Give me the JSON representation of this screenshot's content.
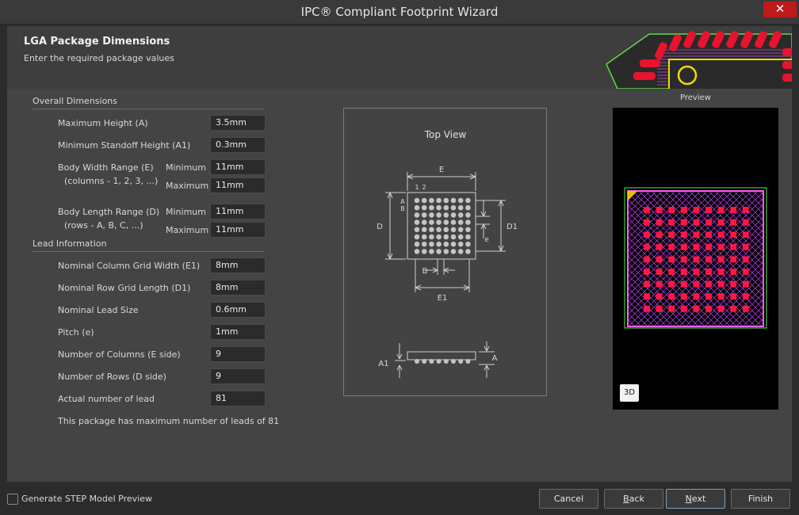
{
  "window": {
    "title": "IPC® Compliant Footprint Wizard",
    "close_glyph": "✕"
  },
  "header": {
    "title": "LGA Package Dimensions",
    "subtitle": "Enter the required package values"
  },
  "overall": {
    "section": "Overall Dimensions",
    "max_height": {
      "label": "Maximum Height (A)",
      "value": "3.5mm"
    },
    "min_standoff": {
      "label": "Minimum Standoff Height (A1)",
      "value": "0.3mm"
    },
    "body_width": {
      "label": "Body Width Range (E)",
      "sublabel": "(columns - 1, 2, 3, ...)",
      "min_label": "Minimum",
      "max_label": "Maximum",
      "min": "11mm",
      "max": "11mm"
    },
    "body_length": {
      "label": "Body Length Range (D)",
      "sublabel": "(rows - A, B, C, ...)",
      "min_label": "Minimum",
      "max_label": "Maximum",
      "min": "11mm",
      "max": "11mm"
    }
  },
  "lead": {
    "section": "Lead Information",
    "col_grid": {
      "label": "Nominal Column Grid Width (E1)",
      "value": "8mm"
    },
    "row_grid": {
      "label": "Nominal Row Grid Length (D1)",
      "value": "8mm"
    },
    "lead_size": {
      "label": "Nominal Lead Size",
      "value": "0.6mm"
    },
    "pitch": {
      "label": "Pitch (e)",
      "value": "1mm"
    },
    "columns": {
      "label": "Number of Columns (E side)",
      "value": "9"
    },
    "rows": {
      "label": "Number of Rows (D side)",
      "value": "9"
    },
    "actual": {
      "label": "Actual number of lead",
      "value": "81"
    },
    "note": "This package has maximum number of leads of 81"
  },
  "diagram": {
    "title": "Top View",
    "labels": {
      "E": "E",
      "D": "D",
      "D1": "D1",
      "E1": "E1",
      "B": "B",
      "e": "e",
      "A": "A",
      "A1": "A1",
      "col1": "1",
      "col2": "2",
      "rowA": "A",
      "rowB": "B"
    }
  },
  "preview": {
    "label": "Preview",
    "button_3d": "3D",
    "grid_rows": 9,
    "grid_cols": 9
  },
  "bottom": {
    "checkbox_label": "Generate STEP Model Preview",
    "cancel": "Cancel",
    "back_u": "B",
    "back_rest": "ack",
    "next_u": "N",
    "next_rest": "ext",
    "finish": "Finish"
  },
  "colors": {
    "pad": "#ff1744",
    "outline": "#ff5cf0",
    "silk": "#55ee55",
    "hatch": "#a03ad0"
  }
}
